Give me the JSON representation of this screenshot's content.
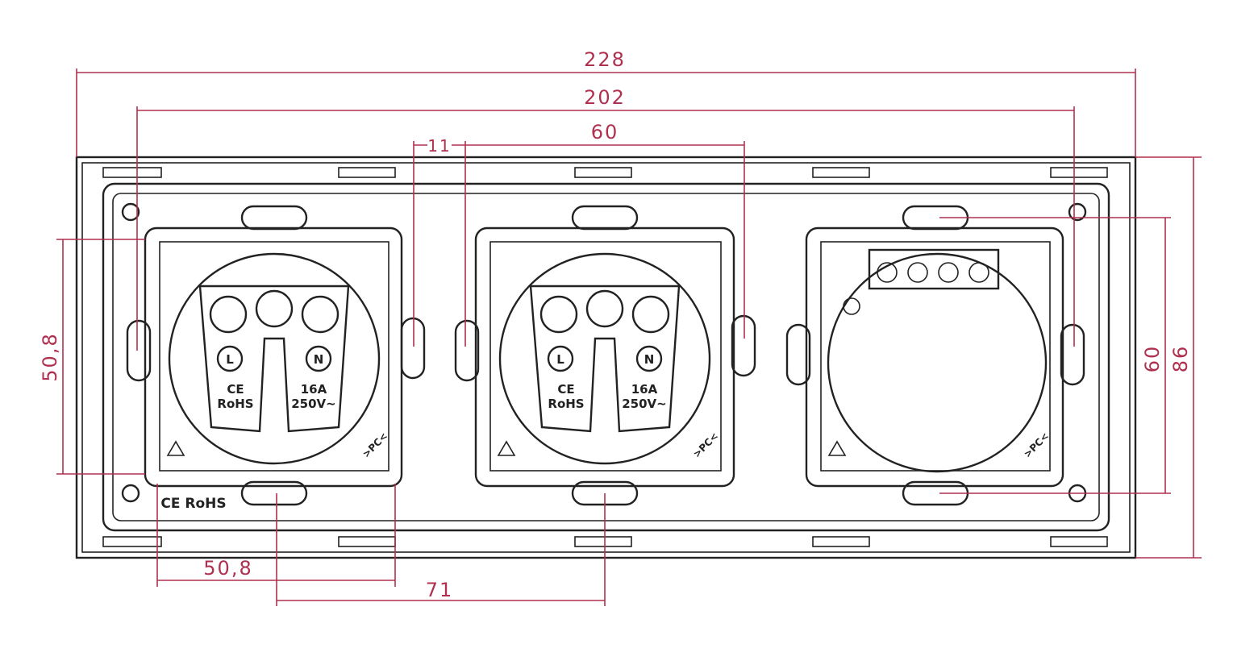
{
  "dimensions": {
    "overall_width": "228",
    "mounting_span": "202",
    "gap": "11",
    "module_pitch_top": "60",
    "overall_height": "86",
    "module_height": "60",
    "socket_height": "50,8",
    "socket_width": "50,8",
    "socket_pitch": "71"
  },
  "sockets": [
    {
      "live": "L",
      "neutral": "N",
      "cert_ce": "CE",
      "cert_rohs": "RoHS",
      "rating": "16A",
      "voltage": "250V~",
      "material": ">PC<"
    },
    {
      "live": "L",
      "neutral": "N",
      "cert_ce": "CE",
      "cert_rohs": "RoHS",
      "rating": "16A",
      "voltage": "250V~",
      "material": ">PC<"
    }
  ],
  "dimmer_module": {
    "material": ">PC<"
  },
  "plate_marking": "CE RoHS",
  "colors": {
    "dimension": "#b0304f",
    "outline": "#222222"
  }
}
